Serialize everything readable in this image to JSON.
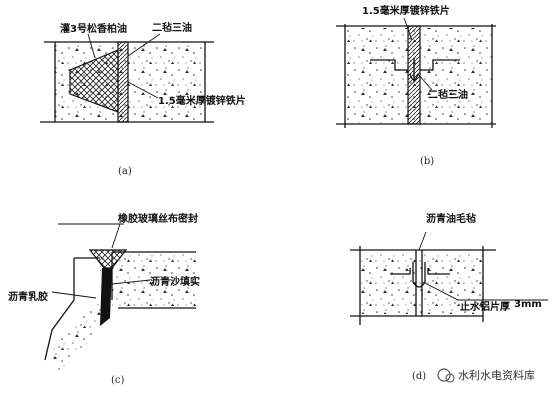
{
  "panels": {
    "a": {
      "caption": "(a)",
      "label_fill": "灌3号松香柏油",
      "label_coat": "二毡三油",
      "label_plate": "1.5毫米厚镀锌铁片"
    },
    "b": {
      "caption": "(b)",
      "label_plate": "1.5毫米厚镀锌铁片",
      "label_coat": "二毡三油"
    },
    "c": {
      "caption": "(c)",
      "label_seal": "橡胶玻璃丝布密封",
      "label_sand": "沥青沙填实",
      "label_emulsion": "沥青乳胶"
    },
    "d": {
      "caption": "(d)",
      "label_felt": "沥青油毛毡",
      "label_stop": "止水铝片厚",
      "label_thickness": "3mm"
    }
  },
  "watermark": {
    "text": "水利水电资料库"
  },
  "colors": {
    "ink": "#111111",
    "hatch": "#222222",
    "paper": "#ffffff"
  }
}
